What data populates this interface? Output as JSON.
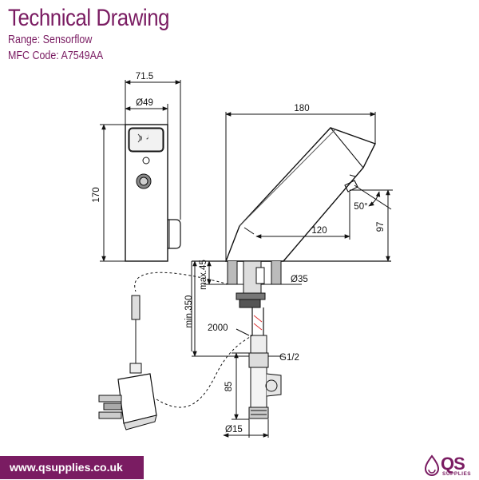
{
  "header": {
    "title": "Technical Drawing",
    "range_label": "Range:",
    "range_value": "Sensorflow",
    "mfc_label": "MFC Code:",
    "mfc_value": "A7549AA"
  },
  "dimensions": {
    "width_total": "71.5",
    "body_diameter": "Ø49",
    "height": "170",
    "spout_length": "180",
    "outlet_projection": "120",
    "outlet_height": "97",
    "spout_angle": "50°",
    "deck_thickness": "max.45",
    "hole_diameter": "Ø35",
    "hose_length_min": "min.350",
    "cable_length": "2000",
    "thread": "G1/2",
    "valve_height": "85",
    "pipe_diameter": "Ø15"
  },
  "footer": {
    "url": "www.qsupplies.co.uk"
  },
  "logo": {
    "text": "QS",
    "sub": "SUPPLIES"
  },
  "colors": {
    "brand": "#7a1c62",
    "line": "#111111"
  }
}
